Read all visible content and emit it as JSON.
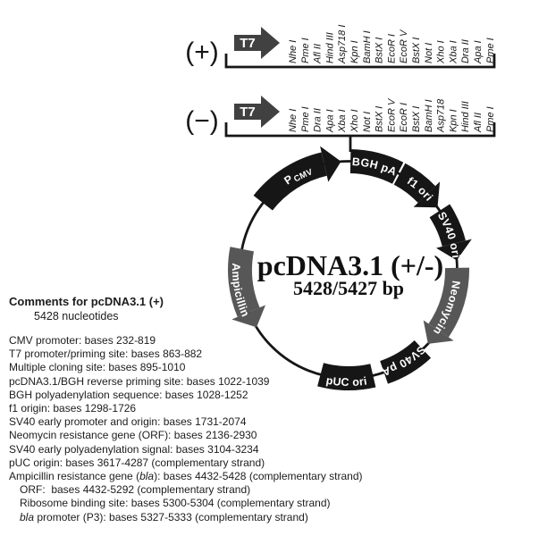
{
  "mcs_plus": {
    "sign": "(+)",
    "t7": "T7",
    "enzymes": [
      "Nhe I",
      "Pme I",
      "Afl II",
      "Hind III",
      "Asp718 I",
      "Kpn I",
      "BamH I",
      "BstX I",
      "EcoR I",
      "EcoR V",
      "BstX I",
      "Not I",
      "Xho I",
      "Xba I",
      "Dra II",
      "Apa I",
      "Pme I"
    ]
  },
  "mcs_minus": {
    "sign": "(−)",
    "t7": "T7",
    "enzymes": [
      "Nhe I",
      "Pme I",
      "Dra II",
      "Apa I",
      "Xba I",
      "Xho I",
      "Not I",
      "BstX I",
      "EcoR V",
      "EcoR I",
      "BstX I",
      "BamH I",
      "Asp718",
      "Kpn I",
      "Hind III",
      "Afl II",
      "Pme I"
    ]
  },
  "plasmid": {
    "title": "pcDNA3.1 (+/-)",
    "subtitle": "5428/5427 bp",
    "colors": {
      "black": "#161616",
      "gray": "#575757"
    },
    "segments": [
      {
        "name": "P CMV",
        "label": "P",
        "sub": "CMV",
        "type": "arrow",
        "dir": "cw",
        "start": 308,
        "end": 356,
        "color": "black"
      },
      {
        "name": "BGH pA",
        "label": "BGH pA",
        "type": "box",
        "dir": "cw",
        "start": 1,
        "end": 27,
        "color": "black"
      },
      {
        "name": "f1 ori",
        "label": "f1 ori",
        "type": "arrow",
        "dir": "cw",
        "start": 28,
        "end": 55,
        "color": "black"
      },
      {
        "name": "SV40 ori",
        "label": "SV40 ori",
        "type": "arrow",
        "dir": "cw",
        "start": 57,
        "end": 85,
        "color": "black"
      },
      {
        "name": "Neomycin",
        "label": "Neomycin",
        "type": "arrow",
        "dir": "cw",
        "start": 89,
        "end": 133,
        "color": "gray"
      },
      {
        "name": "SV40 pA",
        "label": "SV40 pA",
        "type": "box",
        "dir": "cw",
        "start": 137,
        "end": 161,
        "color": "black"
      },
      {
        "name": "pUC ori",
        "label": "pUC ori",
        "type": "box",
        "dir": "ccw",
        "start": 195,
        "end": 167,
        "color": "black"
      },
      {
        "name": "Ampicillin",
        "label": "Ampicillin",
        "type": "arrow",
        "dir": "ccw",
        "start": 281,
        "end": 238,
        "color": "gray"
      }
    ]
  },
  "comments": {
    "title": "Comments for pcDNA3.1 (+)",
    "subtitle": "5428 nucleotides",
    "lines": [
      {
        "indent": 0,
        "parts": [
          {
            "t": "CMV promoter: bases 232-819",
            "i": false
          }
        ]
      },
      {
        "indent": 0,
        "parts": [
          {
            "t": "T7 promoter/priming site: bases 863-882",
            "i": false
          }
        ]
      },
      {
        "indent": 0,
        "parts": [
          {
            "t": "Multiple cloning site: bases 895-1010",
            "i": false
          }
        ]
      },
      {
        "indent": 0,
        "parts": [
          {
            "t": "pcDNA3.1/BGH reverse priming site: bases 1022-1039",
            "i": false
          }
        ]
      },
      {
        "indent": 0,
        "parts": [
          {
            "t": "BGH polyadenylation sequence: bases 1028-1252",
            "i": false
          }
        ]
      },
      {
        "indent": 0,
        "parts": [
          {
            "t": "f1 origin: bases 1298-1726",
            "i": false
          }
        ]
      },
      {
        "indent": 0,
        "parts": [
          {
            "t": "SV40 early promoter and origin: bases 1731-2074",
            "i": false
          }
        ]
      },
      {
        "indent": 0,
        "parts": [
          {
            "t": "Neomycin resistance gene (ORF): bases 2136-2930",
            "i": false
          }
        ]
      },
      {
        "indent": 0,
        "parts": [
          {
            "t": "SV40 early polyadenylation signal: bases 3104-3234",
            "i": false
          }
        ]
      },
      {
        "indent": 0,
        "parts": [
          {
            "t": "pUC origin: bases 3617-4287 (complementary strand)",
            "i": false
          }
        ]
      },
      {
        "indent": 0,
        "parts": [
          {
            "t": "Ampicillin resistance gene (",
            "i": false
          },
          {
            "t": "bla",
            "i": true
          },
          {
            "t": "): bases 4432-5428 (complementary strand)",
            "i": false
          }
        ]
      },
      {
        "indent": 1,
        "parts": [
          {
            "t": "ORF:  bases 4432-5292 (complementary strand)",
            "i": false
          }
        ]
      },
      {
        "indent": 1,
        "parts": [
          {
            "t": "Ribosome binding site: bases 5300-5304 (complementary strand)",
            "i": false
          }
        ]
      },
      {
        "indent": 1,
        "parts": [
          {
            "t": "bla",
            "i": true
          },
          {
            "t": " promoter (P3): bases 5327-5333 (complementary strand)",
            "i": false
          }
        ]
      }
    ]
  }
}
